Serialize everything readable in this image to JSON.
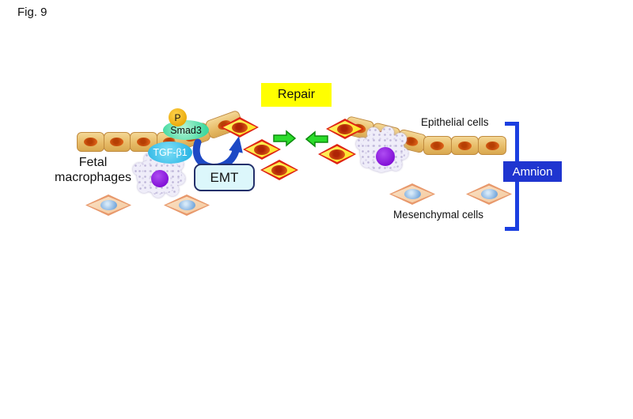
{
  "figure": {
    "label": "Fig. 9"
  },
  "banner": {
    "repair": "Repair"
  },
  "molecules": {
    "phospho": "P",
    "smad3": "Smad3",
    "tgfb1": "TGF-β1",
    "emt": "EMT"
  },
  "labels": {
    "fetal_macrophages": "Fetal macrophages",
    "epithelial_cells": "Epithelial cells",
    "mesenchymal_cells": "Mesenchymal cells",
    "amnion": "Amnion"
  },
  "colors": {
    "repair_bg": "#FFFF00",
    "amnion_box_bg": "#1F35D0",
    "bracket_blue": "#1B3FE0",
    "emt_arrow_blue": "#1D49C5",
    "green_arrow_fill": "#2BDC2B",
    "green_arrow_border": "#0D8A0D",
    "epithelial_cell_fill": "#E7BC68",
    "epithelial_nucleus": "#C24E0C",
    "transitioning_cell_fill": "#FFE412",
    "transitioning_cell_border": "#DF2414",
    "mesenchymal_cell_fill": "#F4C89C",
    "mesenchymal_nucleus": "#7FAEDF",
    "macrophage_body": "#EFEDF9",
    "macrophage_nucleus": "#8A10DF",
    "tgfb1_fill": "#29B4E4",
    "smad3_fill": "#3FD89E",
    "phospho_fill": "#E8A504",
    "emt_box_bg": "#DCF7FB"
  }
}
